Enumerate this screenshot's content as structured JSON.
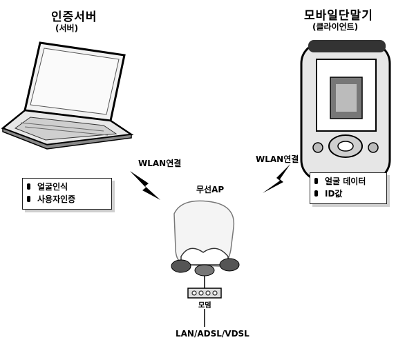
{
  "server": {
    "title": "인증서버",
    "subtitle": "(서버)"
  },
  "mobile": {
    "title": "모바일단말기",
    "subtitle": "(클라이언트)"
  },
  "links": {
    "left": "WLAN연결",
    "right": "WLAN연결"
  },
  "ap": {
    "label": "무선AP"
  },
  "modem": {
    "label": "모뎀"
  },
  "network": {
    "label": "LAN/ADSL/VDSL"
  },
  "server_box": {
    "items": [
      "얼굴인식",
      "사용자인증"
    ]
  },
  "mobile_box": {
    "items": [
      "얼굴 데이터",
      "ID값"
    ]
  }
}
